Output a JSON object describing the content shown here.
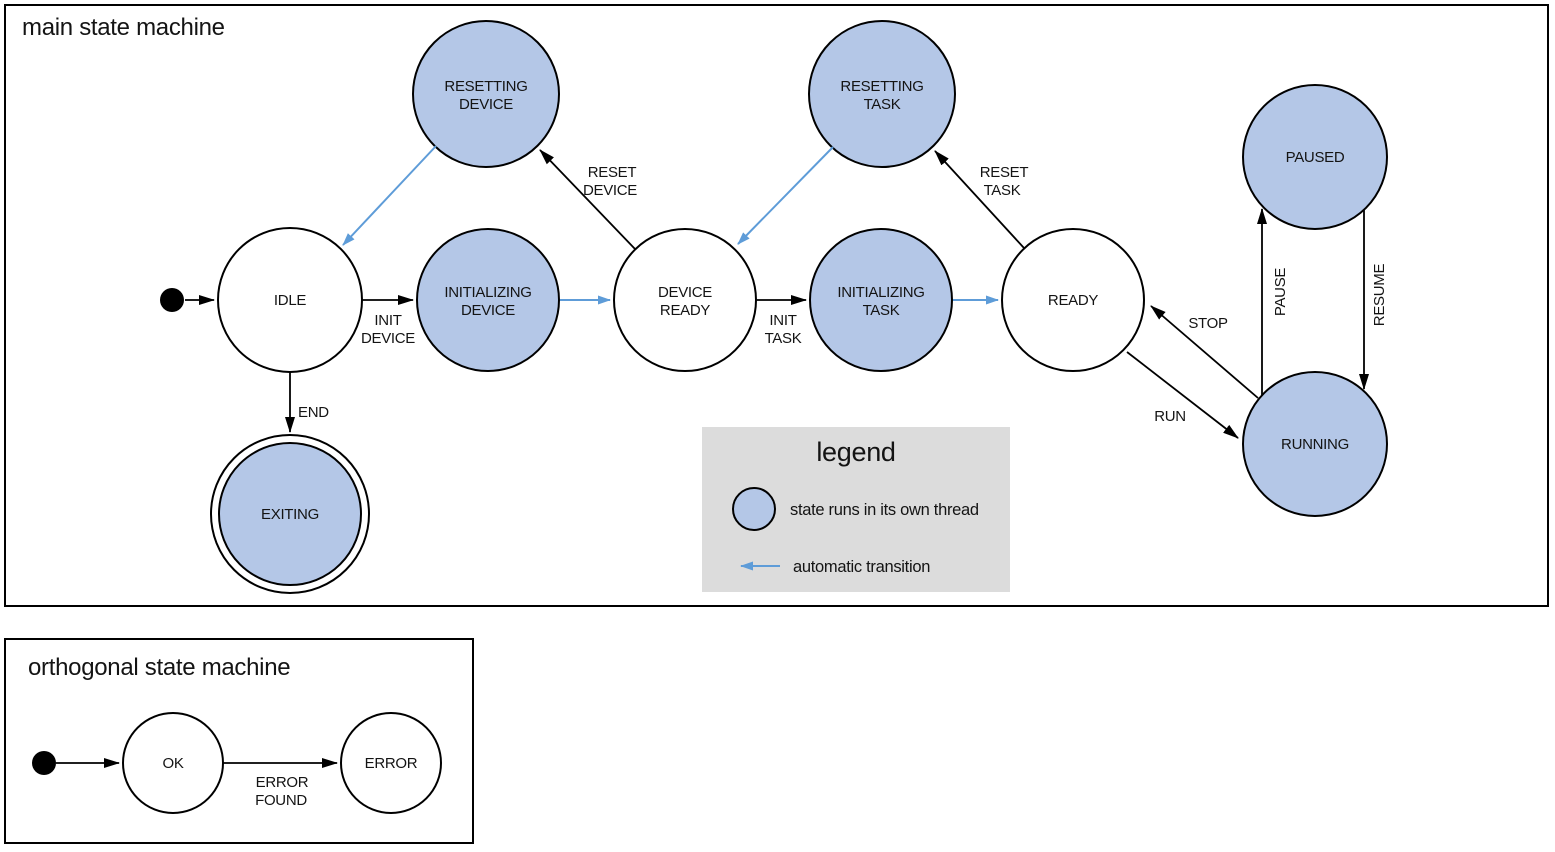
{
  "colors": {
    "threaded_state_fill": "#b4c7e7",
    "auto_transition": "#5e9cd8",
    "legend_bg": "#dcdcdc"
  },
  "main_machine": {
    "title": "main state machine",
    "states": {
      "idle": {
        "label": "IDLE"
      },
      "initializing_device": {
        "line1": "INITIALIZING",
        "line2": "DEVICE"
      },
      "device_ready": {
        "line1": "DEVICE",
        "line2": "READY"
      },
      "initializing_task": {
        "line1": "INITIALIZING",
        "line2": "TASK"
      },
      "ready": {
        "label": "READY"
      },
      "resetting_device": {
        "line1": "RESETTING",
        "line2": "DEVICE"
      },
      "resetting_task": {
        "line1": "RESETTING",
        "line2": "TASK"
      },
      "paused": {
        "label": "PAUSED"
      },
      "running": {
        "label": "RUNNING"
      },
      "exiting": {
        "label": "EXITING"
      }
    },
    "transitions": {
      "init_device": {
        "line1": "INIT",
        "line2": "DEVICE"
      },
      "init_task": {
        "line1": "INIT",
        "line2": "TASK"
      },
      "reset_device": {
        "line1": "RESET",
        "line2": "DEVICE"
      },
      "reset_task": {
        "line1": "RESET",
        "line2": "TASK"
      },
      "end": {
        "label": "END"
      },
      "run": {
        "label": "RUN"
      },
      "stop": {
        "label": "STOP"
      },
      "pause": {
        "label": "PAUSE"
      },
      "resume": {
        "label": "RESUME"
      }
    }
  },
  "legend": {
    "title": "legend",
    "items": {
      "threaded": {
        "label": "state runs in its own thread"
      },
      "automatic": {
        "label": "automatic transition"
      }
    }
  },
  "orthogonal_machine": {
    "title": "orthogonal state machine",
    "states": {
      "ok": {
        "label": "OK"
      },
      "error": {
        "label": "ERROR"
      }
    },
    "transitions": {
      "error_found": {
        "line1": "ERROR",
        "line2": "FOUND"
      }
    }
  }
}
